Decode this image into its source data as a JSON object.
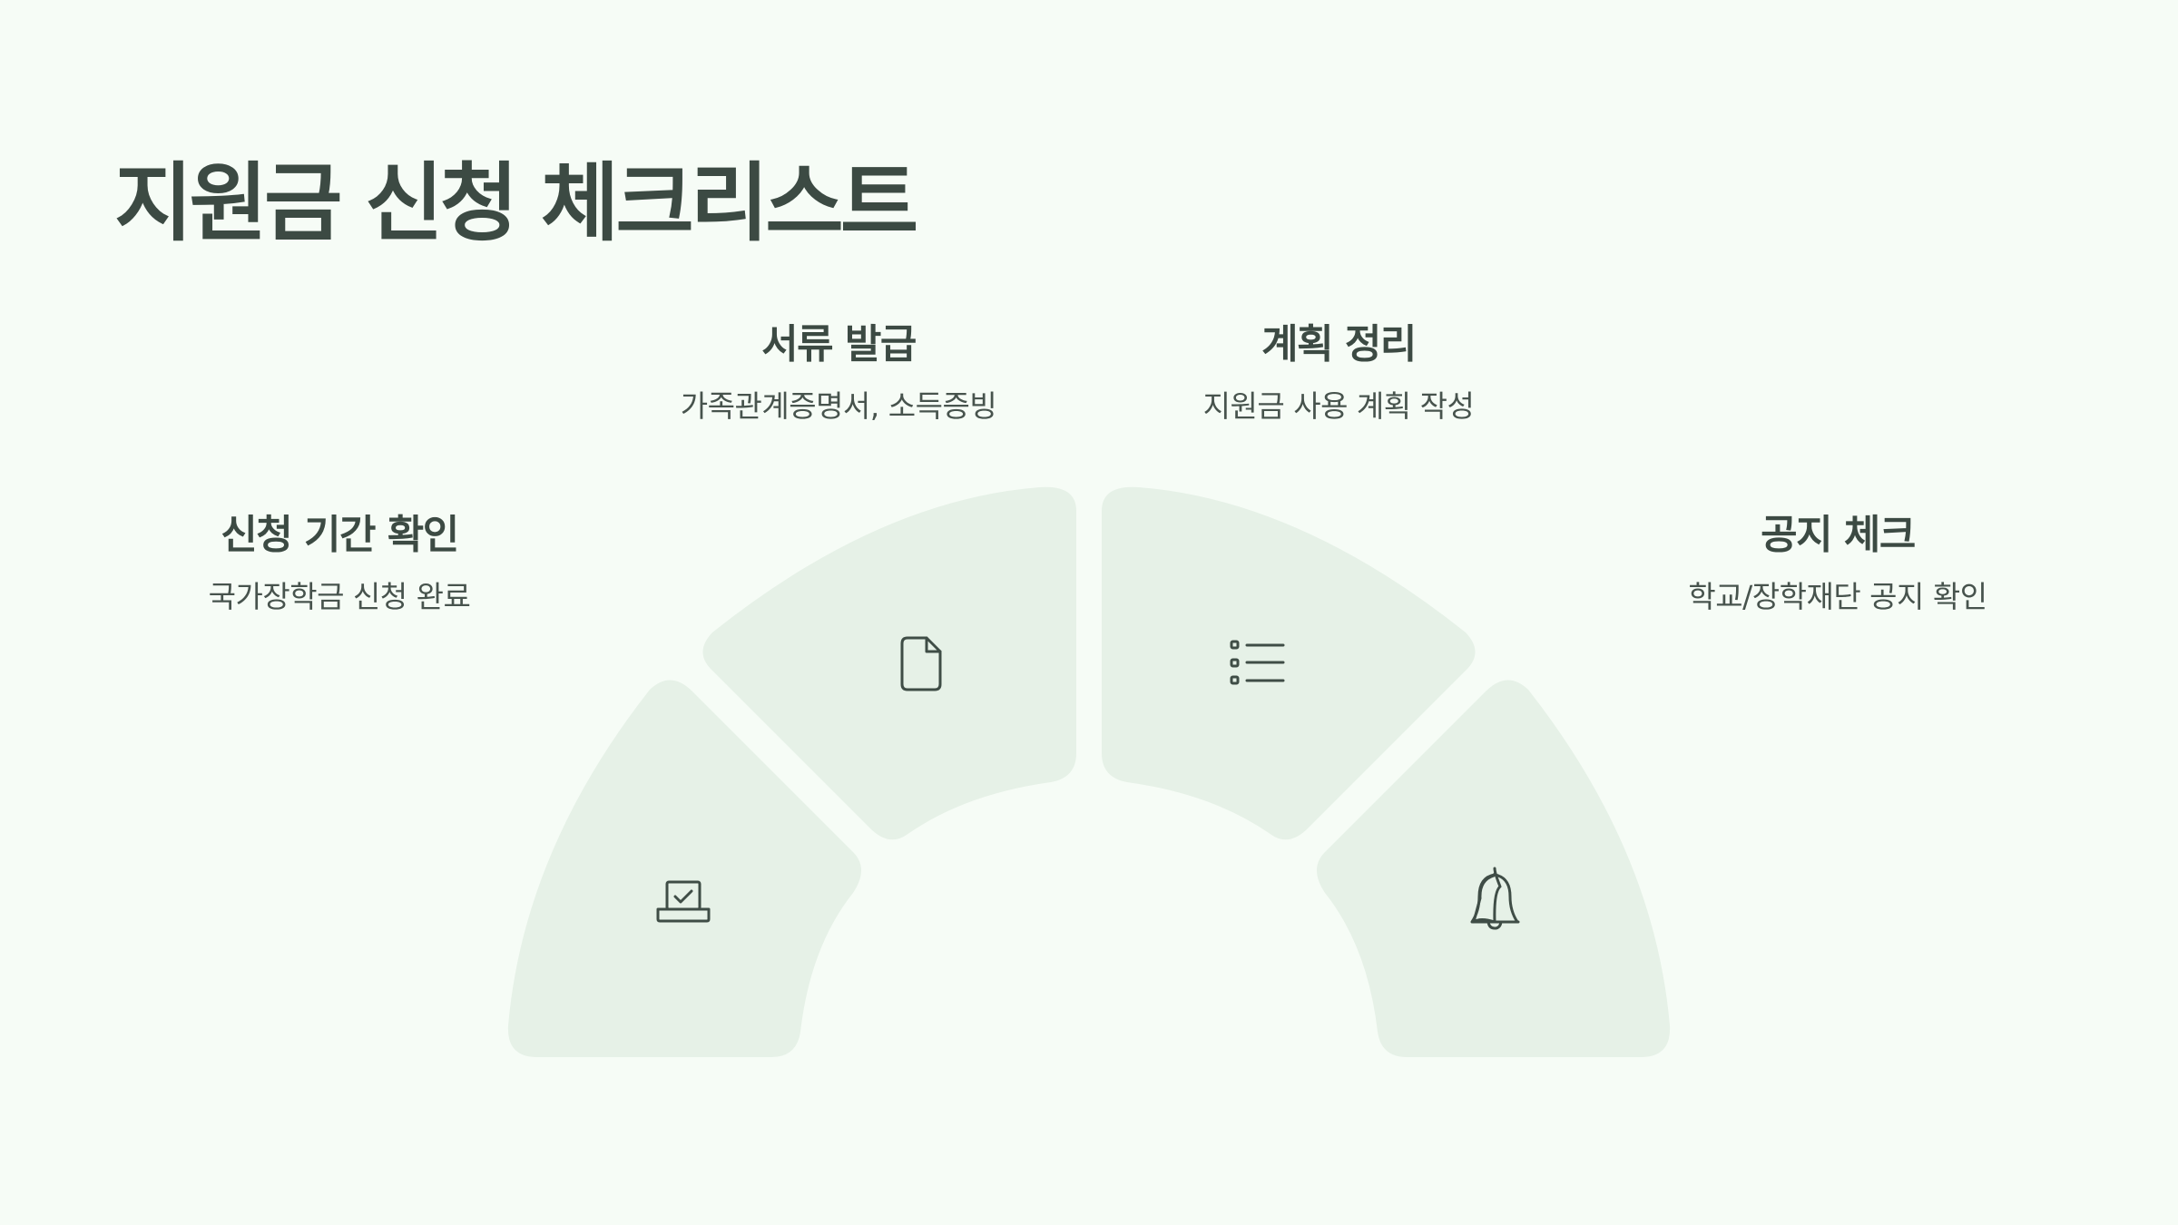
{
  "title": "지원금 신청 체크리스트",
  "steps": [
    {
      "title": "신청 기간 확인",
      "description": "국가장학금 신청 완료",
      "icon": "laptop-check-icon"
    },
    {
      "title": "서류 발급",
      "description": "가족관계증명서, 소득증빙",
      "icon": "document-icon"
    },
    {
      "title": "계획 정리",
      "description": "지원금 사용 계획 작성",
      "icon": "list-icon"
    },
    {
      "title": "공지 체크",
      "description": "학교/장학재단 공지 확인",
      "icon": "bell-icon"
    }
  ],
  "colors": {
    "background": "#f6fcf6",
    "segment": "#e6f1e7",
    "text": "#3c4a43"
  }
}
